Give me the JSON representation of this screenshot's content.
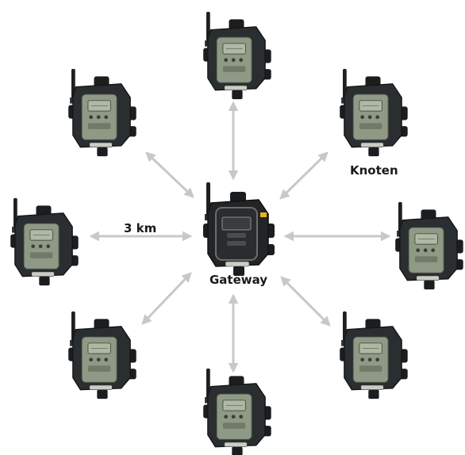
{
  "labels": {
    "gateway": "Gateway",
    "node": "Knoten",
    "range": "3 km"
  },
  "colors": {
    "arrow": "#c8c8c8",
    "device_body": "#2b2e30",
    "device_dark": "#1b1d1f",
    "node_panel": "#8f9a86",
    "gateway_panel": "#2a2c2e",
    "display": "#aeb8a4",
    "gateway_display": "#3a3d40",
    "antenna": "#1f1f1f",
    "gateway_accent": "#e6b422"
  },
  "icons": {
    "node": "wireless-node-icon",
    "gateway": "wireless-gateway-icon",
    "arrow": "double-arrow-icon"
  },
  "node_count": 8
}
